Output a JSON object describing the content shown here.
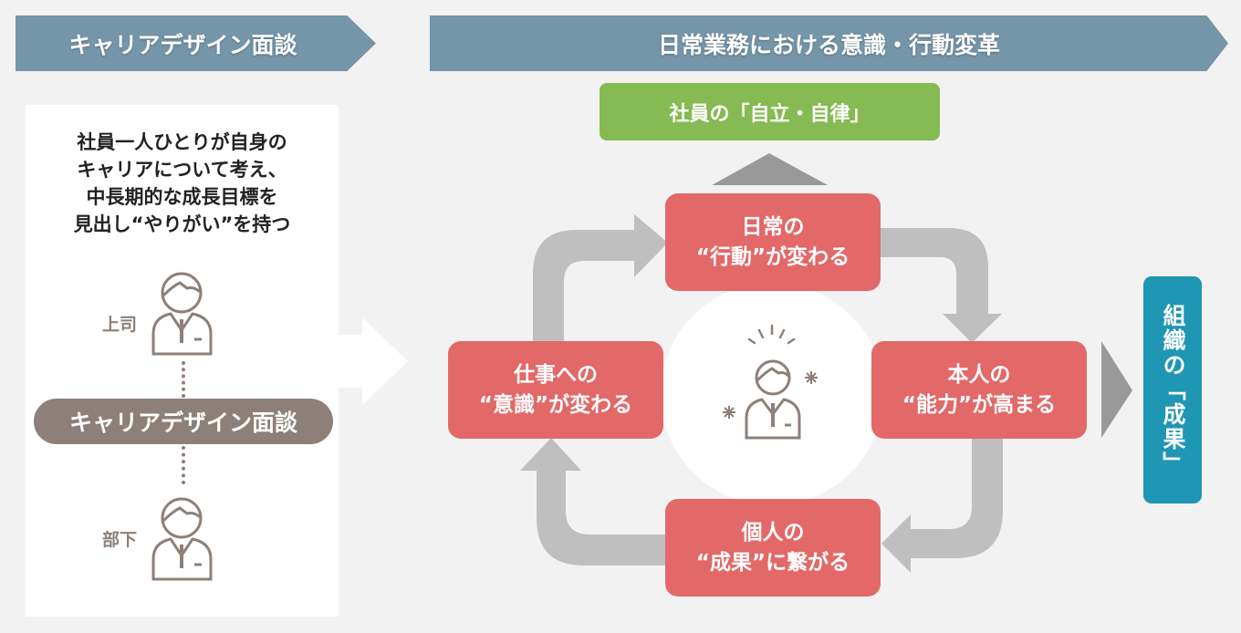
{
  "banners": {
    "left": "キャリアデザイン面談",
    "right": "日常業務における意識・行動変革"
  },
  "left_panel": {
    "goal_lines": [
      "社員一人ひとりが自身の",
      "キャリアについて考え、",
      "中長期的な成長目標を",
      "見出し“やりがい”を持つ"
    ],
    "boss_label": "上司",
    "subordinate_label": "部下",
    "interview_label": "キャリアデザイン面談"
  },
  "cycle": {
    "top_goal": "社員の「自立・自律」",
    "steps": [
      {
        "line1": "日常の",
        "line2": "“行動”が変わる"
      },
      {
        "line1": "本人の",
        "line2": "“能力”が高まる"
      },
      {
        "line1": "個人の",
        "line2": "“成果”に繋がる"
      },
      {
        "line1": "仕事への",
        "line2": "“意識”が変わる"
      }
    ]
  },
  "outcome": {
    "label": "組織の「成果」"
  },
  "colors": {
    "banner": "#7595a8",
    "green": "#85bb52",
    "red": "#e36868",
    "teal": "#1f96b3",
    "brown": "#8e7f78",
    "arrow_gray": "#bfbfbf",
    "dark_arrow": "#999999"
  }
}
